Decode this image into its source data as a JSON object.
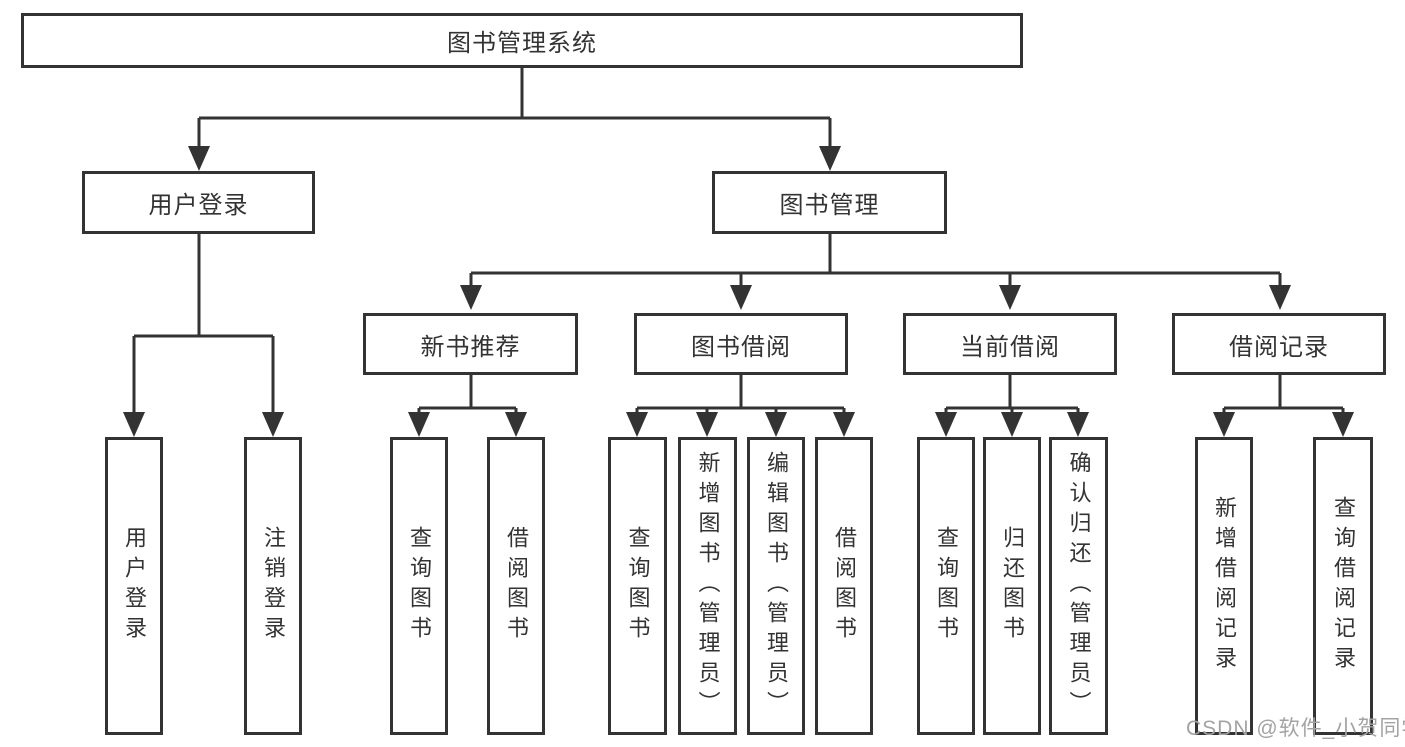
{
  "tree": {
    "label": "图书管理系统",
    "children": [
      {
        "label": "用户登录",
        "children": [
          {
            "label": "用户登录"
          },
          {
            "label": "注销登录"
          }
        ]
      },
      {
        "label": "图书管理",
        "children": [
          {
            "label": "新书推荐",
            "children": [
              {
                "label": "查询图书"
              },
              {
                "label": "借阅图书"
              }
            ]
          },
          {
            "label": "图书借阅",
            "children": [
              {
                "label": "查询图书"
              },
              {
                "label": "新增图书（管理员）"
              },
              {
                "label": "编辑图书（管理员）"
              },
              {
                "label": "借阅图书"
              }
            ]
          },
          {
            "label": "当前借阅",
            "children": [
              {
                "label": "查询图书"
              },
              {
                "label": "归还图书"
              },
              {
                "label": "确认归还（管理员）"
              }
            ]
          },
          {
            "label": "借阅记录",
            "children": [
              {
                "label": "新增借阅记录"
              },
              {
                "label": "查询借阅记录"
              }
            ]
          }
        ]
      }
    ]
  },
  "watermark": "CSDN @软件_小贺同学",
  "colors": {
    "line": "#333333",
    "box_border": "#333333",
    "text": "#333333",
    "watermark_text": "#a3a3a3",
    "background": "#ffffff"
  }
}
